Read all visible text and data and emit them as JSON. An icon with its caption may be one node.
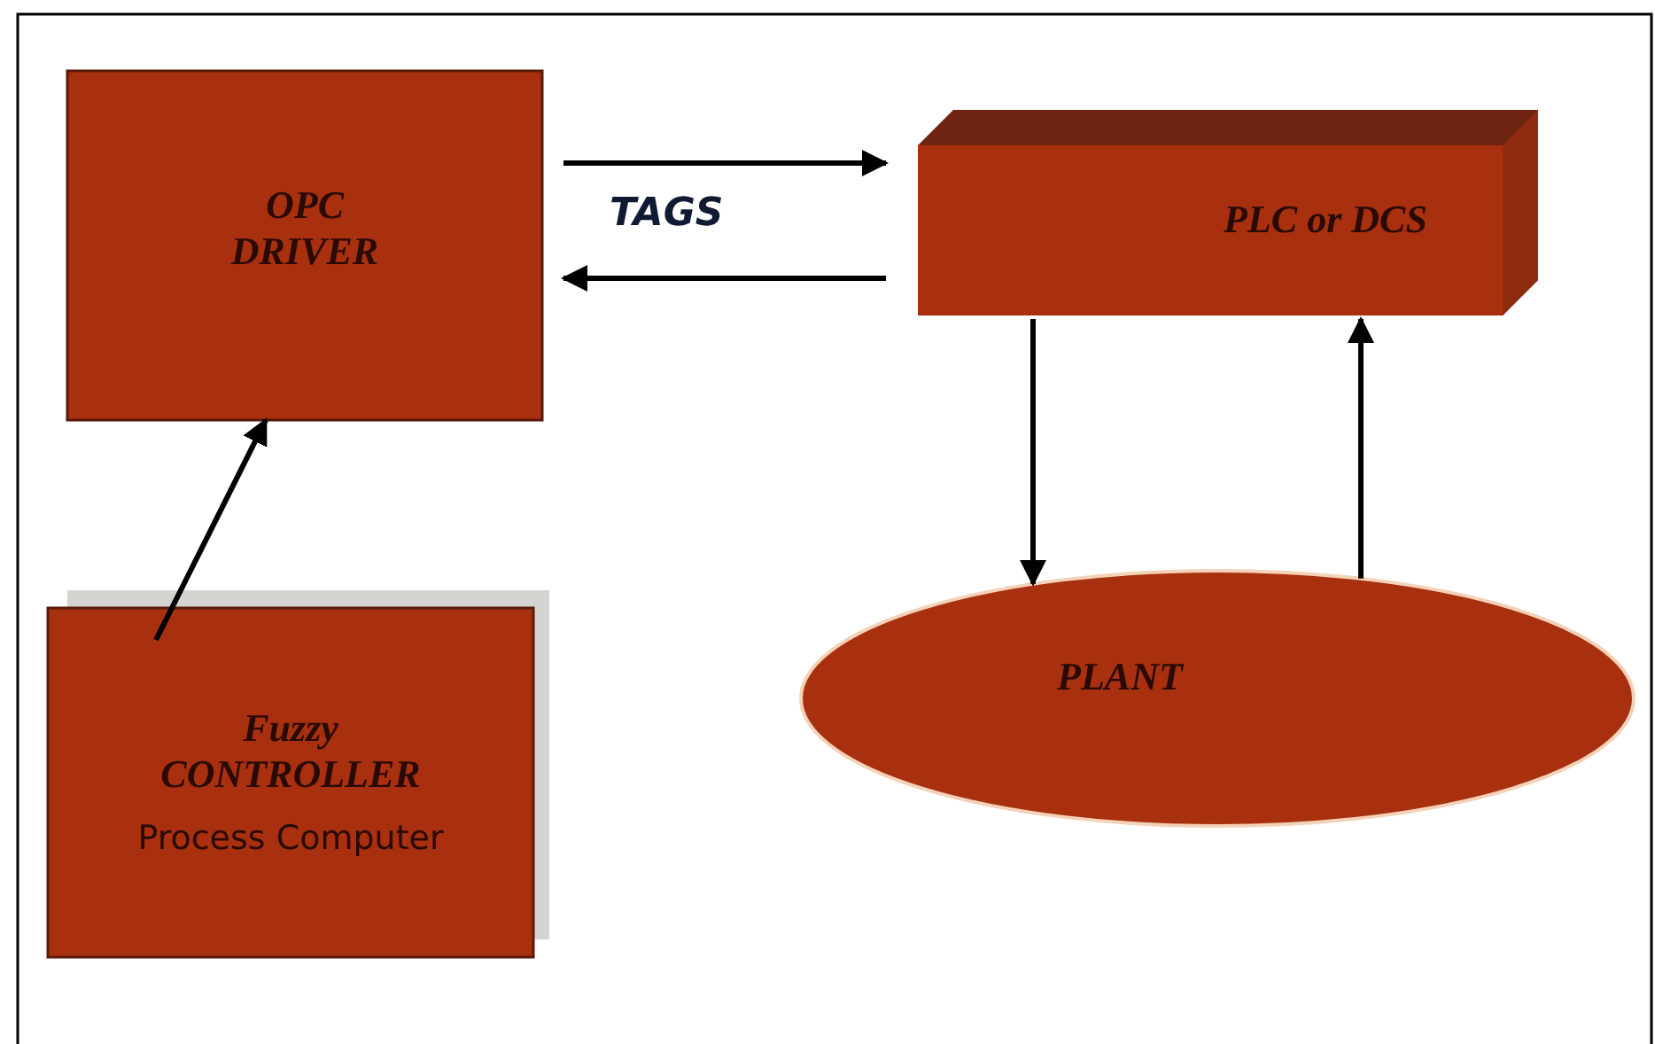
{
  "diagram": {
    "nodes": [
      {
        "text": [
          "OPC DRIVER"
        ]
      },
      {
        "text": [
          "PLC or DCS"
        ]
      },
      {
        "text": [
          "Fuzzy CONTROLLER",
          "Process Computer"
        ]
      },
      {
        "text": [
          "PLANT"
        ]
      }
    ],
    "edges": [
      {
        "from": 0,
        "to": 1,
        "arrow": "to"
      },
      {
        "from": 1,
        "to": 0,
        "arrow": "to"
      },
      {
        "from": 2,
        "to": 0,
        "arrow": "to"
      },
      {
        "from": 1,
        "to": 3,
        "arrow": "to"
      },
      {
        "from": 3,
        "to": 1,
        "arrow": "to"
      }
    ],
    "labels": [
      "TAGS"
    ]
  }
}
